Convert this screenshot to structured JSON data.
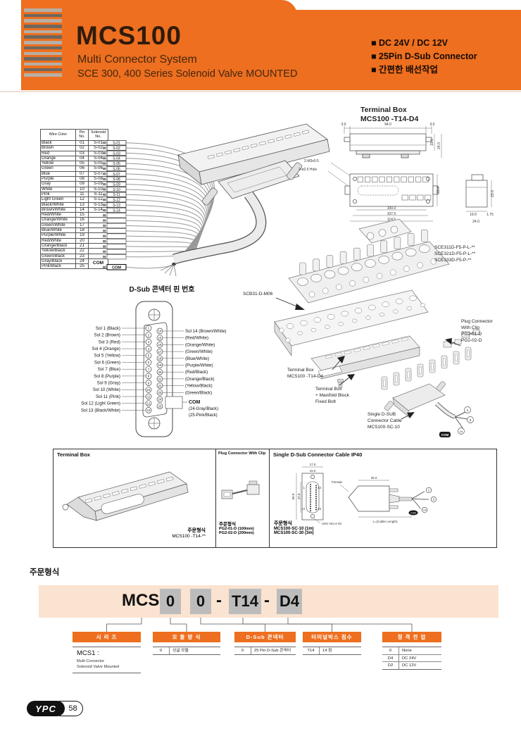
{
  "colors": {
    "accent_orange": "#ED6F1F",
    "peach_band": "#FAE3D0",
    "gray_box": "#BCBCBC"
  },
  "header": {
    "title": "MCS100",
    "subtitle1": "Multi Connector System",
    "subtitle2": "SCE 300, 400 Series Solenoid Valve MOUNTED",
    "features": [
      "DC 24V / DC 12V",
      "25Pin D-Sub Connector",
      "간편한 배선작업"
    ]
  },
  "wire_table": {
    "headers": [
      "Wire Color",
      "Pin No.",
      "Solenoid No."
    ],
    "com_label": "COM",
    "rows": [
      [
        "Black",
        "01",
        "S-01"
      ],
      [
        "Brown",
        "02",
        "S-02"
      ],
      [
        "Red",
        "03",
        "S-03"
      ],
      [
        "Orange",
        "04",
        "S-04"
      ],
      [
        "Yellow",
        "05",
        "S-05"
      ],
      [
        "Green",
        "06",
        "S-06"
      ],
      [
        "Blue",
        "07",
        "S-07"
      ],
      [
        "Purple",
        "08",
        "S-08"
      ],
      [
        "Gray",
        "09",
        "S-09"
      ],
      [
        "White",
        "10",
        "S-10"
      ],
      [
        "Pink",
        "11",
        "S-11"
      ],
      [
        "Light Green",
        "12",
        "S-12"
      ],
      [
        "Black/White",
        "13",
        "S-13"
      ],
      [
        "Brown/White",
        "14",
        "S-14"
      ],
      [
        "Red/White",
        "15",
        ""
      ],
      [
        "Orange/White",
        "16",
        ""
      ],
      [
        "Green/White",
        "17",
        ""
      ],
      [
        "Blue/White",
        "18",
        ""
      ],
      [
        "Purple/White",
        "19",
        ""
      ],
      [
        "Red/White",
        "20",
        ""
      ],
      [
        "Orange/Black",
        "21",
        ""
      ],
      [
        "Yellow/Black",
        "22",
        ""
      ],
      [
        "Green/Black",
        "23",
        ""
      ],
      [
        "Gray/Black",
        "24",
        "COM"
      ],
      [
        "Pink/Black",
        "25",
        "COM"
      ]
    ]
  },
  "fan": {
    "tags": [
      "S-01",
      "S-02",
      "S-03",
      "S-04",
      "S-05",
      "S-06",
      "S-07",
      "S-08",
      "S-09",
      "S-10",
      "S-11",
      "S-12",
      "S-13",
      "S-14"
    ],
    "com": "COM"
  },
  "terminal_box_dim": {
    "title1": "Terminal Box",
    "title2": "MCS100 -T14-D4",
    "front": [
      "3.0",
      "94.0",
      "3.0",
      "19.0",
      "24.0"
    ],
    "notes": [
      "2-M3x0.5",
      "2-ø2.5 Hole"
    ],
    "bottom": [
      "100.0",
      "107.0",
      "114.5",
      "23.0"
    ],
    "side": [
      "23.0",
      "19.0",
      "1.75",
      "24.0"
    ]
  },
  "dsub": {
    "title": "D-Sub 콘넥터 핀 번호",
    "left_labels": [
      "Sol 1 (Black)",
      "Sol 2 (Brown)",
      "Sol 3 (Red)",
      "Sol 4 (Orange)",
      "Sol 5 (Yellow)",
      "Sol 6 (Green)",
      "Sol 7 (Blue)",
      "Sol 8 (Purple)",
      "Sol 9 (Gray)",
      "Sol 10 (White)",
      "Sol 11 (Pink)",
      "Sol 12 (Light Green)",
      "Sol 13 (Black/White)"
    ],
    "right_labels": [
      "Sol 14 (Brown/White)",
      "(Red/White)",
      "(Orange/White)",
      "(Green/White)",
      "(Blue/White)",
      "(Purple/White)",
      "(Red/Black)",
      "(Orange/Black)",
      "(Yellow/Black)",
      "(Green/Black)"
    ],
    "com": {
      "label": "COM",
      "line1": "(24-Gray/Black)",
      "line2": "(25-Pink/Black)"
    }
  },
  "assembly": {
    "valve_models": [
      "SCE311D-F5-P-L-**",
      "SCE321D-F5-P-L-**",
      "SCE333D-F5-P-**"
    ],
    "base_label": "SCB31-D-M06",
    "plug_lines": [
      "Plug Connector",
      "With Clip",
      "PG2-01-D",
      "PG2-02-D"
    ],
    "tbox_lines": [
      "Terminal Box",
      "MCS100 -T14-D4"
    ],
    "bolt_lines": [
      "Terminal Box",
      "+ Manifold Block",
      "Fixed Bolt"
    ],
    "cable_lines": [
      "Single D-SUB",
      "Connector Cable",
      "MCS100-SC-10"
    ],
    "callouts": [
      "1",
      "2",
      "14"
    ],
    "com_tag": "COM"
  },
  "panels": {
    "p1": {
      "title": "Terminal Box",
      "order_label": "주문형식",
      "codes": [
        "MCS100 -T14-**"
      ]
    },
    "p2": {
      "title": "Plug Connector With Clip",
      "order_label": "주문형식",
      "codes": [
        "PG2-01-D (100mm)",
        "PG2-02-D (200mm)"
      ]
    },
    "p3": {
      "title": "Single D-Sub  Connector Cable IP40",
      "order_label": "주문형식",
      "codes": [
        "MCS100-SC-10 (1m)",
        "MCS100-SC-30 (3m)"
      ],
      "dims": {
        "w1": "17.0",
        "w2": "15.0",
        "h1": "56.0",
        "h2": "47.0",
        "side": "35.0",
        "len": "L=(Cable Length)",
        "unc": "UNC NO.4-40",
        "female": "Female",
        "pins": [
          "1",
          "14",
          "13",
          "25"
        ],
        "callouts": [
          "1",
          "2",
          "14"
        ],
        "com": "COM"
      }
    }
  },
  "order": {
    "title": "주문형식",
    "code_parts": [
      {
        "text": "MCS1",
        "boxed": false
      },
      {
        "text": "0",
        "boxed": true
      },
      {
        "text": "0",
        "boxed": true
      },
      {
        "text": "-",
        "boxed": false
      },
      {
        "text": "T14",
        "boxed": true
      },
      {
        "text": "-",
        "boxed": false
      },
      {
        "text": "D4",
        "boxed": true
      }
    ],
    "groups": [
      {
        "header": "시 리 즈",
        "code": "MCS1 :",
        "desc": [
          "Multi Connector",
          "Solenoid Valve Mounted"
        ]
      },
      {
        "header": "모 듈 방 식",
        "rows": [
          [
            "0",
            "싱글 모듈"
          ]
        ]
      },
      {
        "header": "D-Sub 콘넥터",
        "rows": [
          [
            "0",
            "25 Pin D-Sub 콘넥터"
          ]
        ]
      },
      {
        "header": "터미널박스 점수",
        "rows": [
          [
            "T14",
            "14 점"
          ]
        ]
      },
      {
        "header": "정 격 전 압",
        "rows": [
          [
            "0",
            "None"
          ],
          [
            "D4",
            "DC 24V"
          ],
          [
            "D2",
            "DC 12V"
          ]
        ]
      }
    ]
  },
  "footer": {
    "logo": "YPC",
    "page": "58"
  }
}
